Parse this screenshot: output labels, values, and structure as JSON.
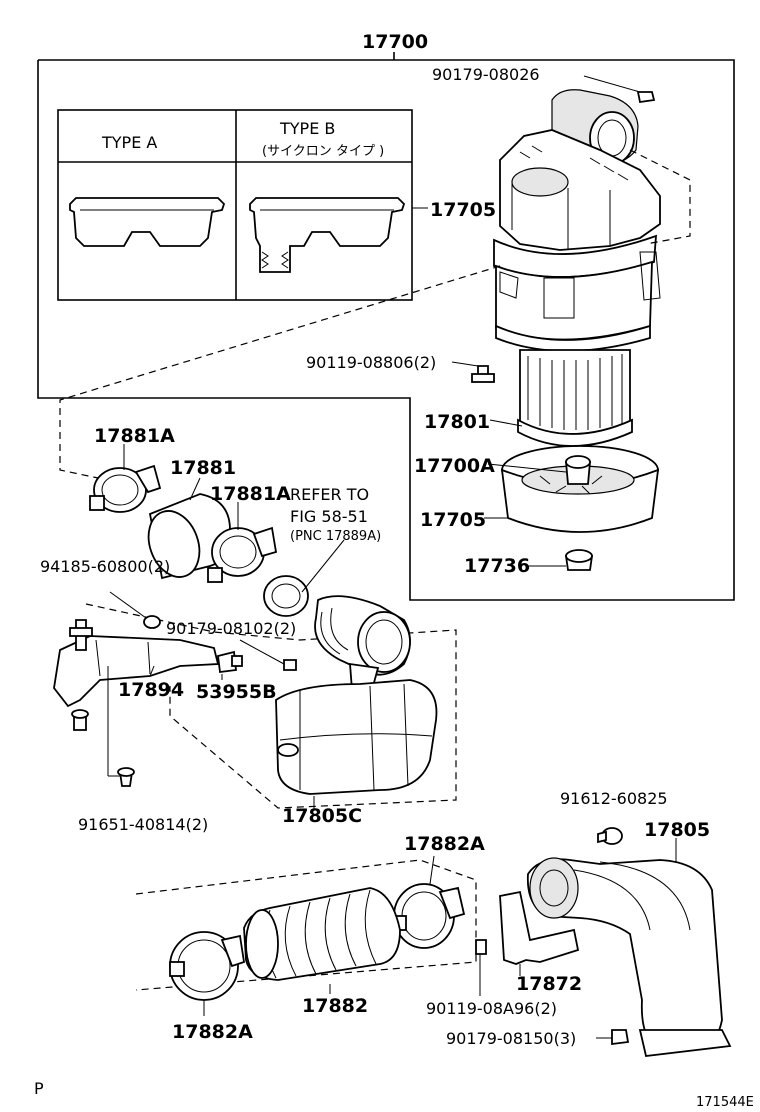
{
  "labels": {
    "p17700": "17700",
    "b90179_08026": "90179-08026",
    "type_a": "TYPE A",
    "type_b": "TYPE B",
    "type_b_note": "(サイクロン タイプ )",
    "p17705_top": "17705",
    "b90119_08806": "90119-08806(2)",
    "p17801": "17801",
    "p17700a": "17700A",
    "p17705_bot": "17705",
    "p17736": "17736",
    "p17881a_top": "17881A",
    "p17881": "17881",
    "p17881a_mid": "17881A",
    "refer_to": "REFER TO",
    "fig": "FIG 58-51",
    "pnc": "(PNC 17889A)",
    "b94185_60800": "94185-60800(2)",
    "b90179_08102": "90179-08102(2)",
    "p17894": "17894",
    "p53955b": "53955B",
    "b91651_40814": "91651-40814(2)",
    "p17805c": "17805C",
    "b91612_60825": "91612-60825",
    "p17805": "17805",
    "p17882a_top": "17882A",
    "p17882": "17882",
    "p17882a_bot": "17882A",
    "p17872": "17872",
    "b90119_08a96": "90119-08A96(2)",
    "b90179_08150": "90179-08150(3)",
    "corner_p": "P",
    "drawing_no": "171544E"
  }
}
